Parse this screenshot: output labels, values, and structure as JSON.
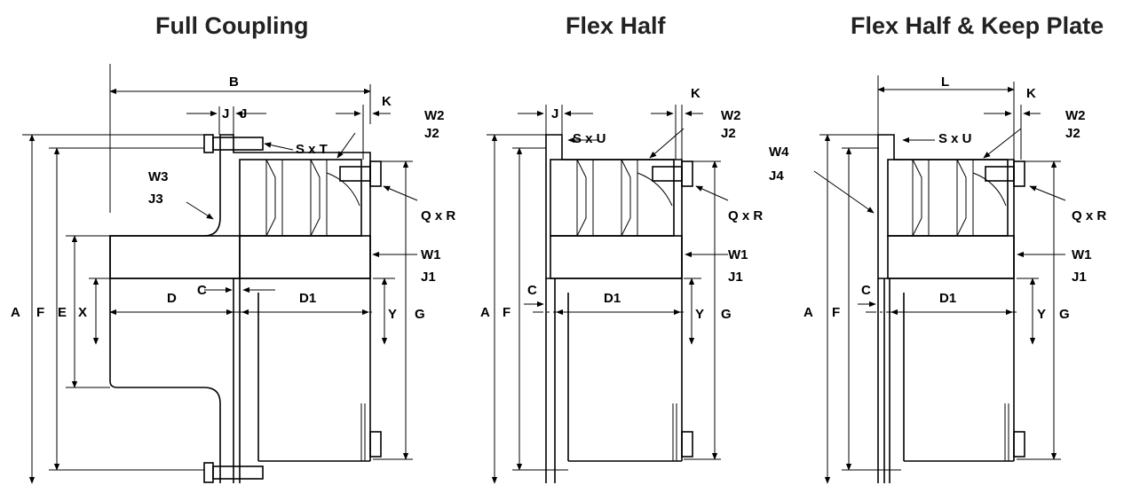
{
  "titles": {
    "full": "Full Coupling",
    "flex": "Flex Half",
    "keep": "Flex Half & Keep Plate"
  },
  "full_labels": {
    "A": "A",
    "F": "F",
    "E": "E",
    "X": "X",
    "B": "B",
    "J_left": "J",
    "J_right": "J",
    "SxT": "S x T",
    "K": "K",
    "W2": "W2",
    "J2": "J2",
    "W3": "W3",
    "J3": "J3",
    "QxR": "Q x R",
    "W1": "W1",
    "J1": "J1",
    "D": "D",
    "C": "C",
    "D1": "D1",
    "Y": "Y",
    "G": "G"
  },
  "flex_labels": {
    "J": "J",
    "SxU": "S x U",
    "K": "K",
    "W2": "W2",
    "J2": "J2",
    "QxR": "Q x R",
    "W1": "W1",
    "J1": "J1",
    "C": "C",
    "D1": "D1",
    "A": "A",
    "F": "F",
    "Y": "Y",
    "G": "G"
  },
  "keep_labels": {
    "L": "L",
    "K": "K",
    "SxU": "S x U",
    "W2": "W2",
    "J2": "J2",
    "W4": "W4",
    "J4": "J4",
    "QxR": "Q x R",
    "W1": "W1",
    "J1": "J1",
    "C": "C",
    "D1": "D1",
    "A": "A",
    "F": "F",
    "Y": "Y",
    "G": "G"
  }
}
